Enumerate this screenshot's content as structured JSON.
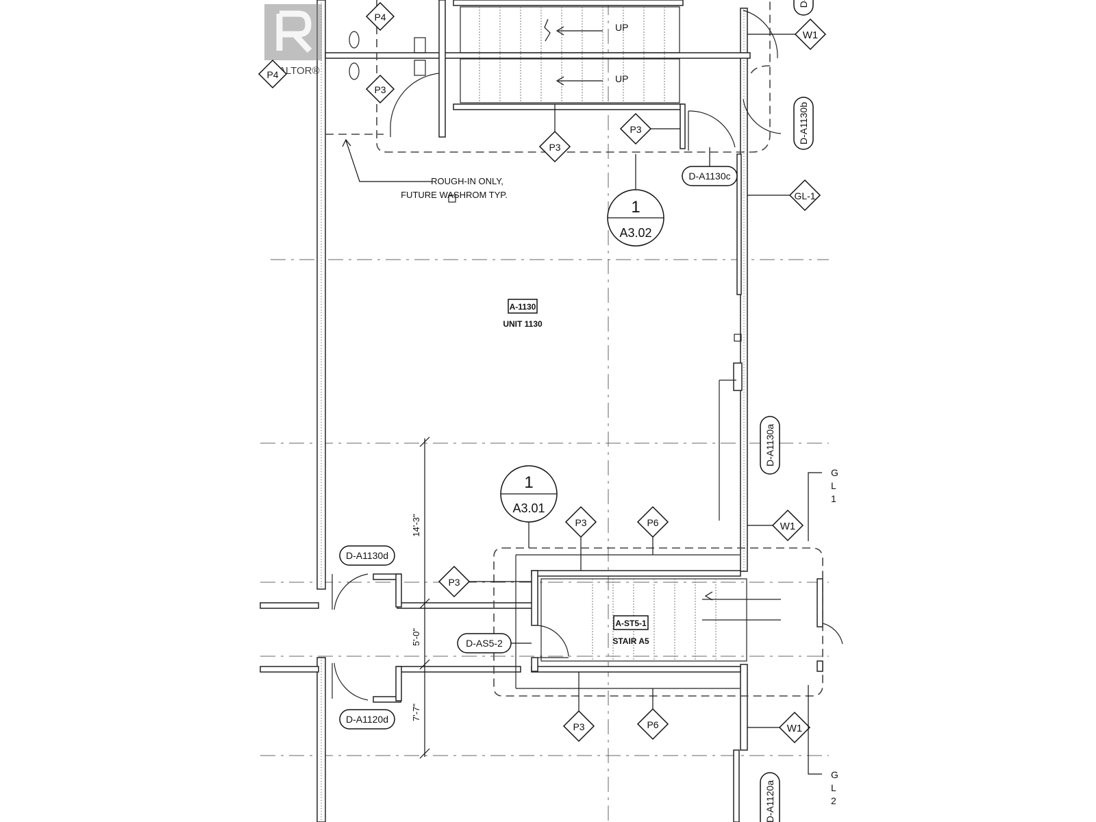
{
  "logo": {
    "name": "REALTOR®"
  },
  "room": {
    "tag": "A-1130",
    "name": "UNIT 1130"
  },
  "stair": {
    "tag": "A-ST5-1",
    "name": "STAIR A5"
  },
  "note": {
    "line1": "ROUGH-IN ONLY,",
    "line2": "FUTURE WASHROM TYP."
  },
  "up_labels": [
    "UP",
    "UP"
  ],
  "section_callouts": [
    {
      "number": "1",
      "sheet": "A3.02"
    },
    {
      "number": "1",
      "sheet": "A3.01"
    }
  ],
  "partition_tags": [
    "P4",
    "P4",
    "P3",
    "P3",
    "P3",
    "P3",
    "P6",
    "P3",
    "P3",
    "P6"
  ],
  "wall_tags": [
    "W1",
    "W1",
    "W1"
  ],
  "glazing_tag": "GL-1",
  "door_tags": {
    "d_a1130b": "D-A1130b",
    "d_a1130c": "D-A1130c",
    "d_a1130a": "D-A1130a",
    "d_a1130d": "D-A1130d",
    "d_as5_2": "D-AS5-2",
    "d_a1120d": "D-A1120d",
    "d_a1120a": "D-A1120a",
    "d_top": "D-"
  },
  "dimensions": [
    "14'-3\"",
    "5'-0\"",
    "7'-7\""
  ],
  "cut_text": [
    "G",
    "L",
    "1",
    "G",
    "L",
    "2"
  ]
}
